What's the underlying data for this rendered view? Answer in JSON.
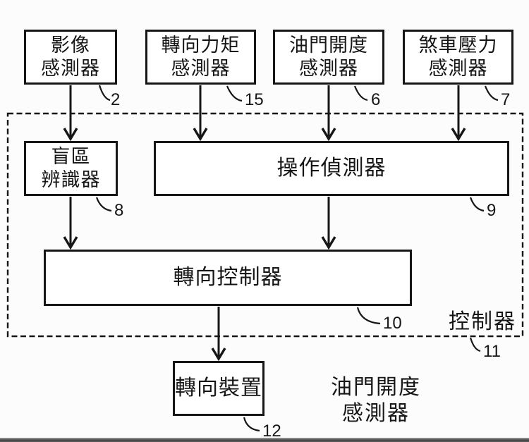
{
  "diagram": {
    "boxes": {
      "image_sensor": {
        "lines": [
          "影像",
          "感測器"
        ],
        "ref": "2"
      },
      "steering_torque_sensor": {
        "lines": [
          "轉向力矩",
          "感測器"
        ],
        "ref": "15"
      },
      "throttle_sensor": {
        "lines": [
          "油門開度",
          "感測器"
        ],
        "ref": "6"
      },
      "brake_sensor": {
        "lines": [
          "煞車壓力",
          "感測器"
        ],
        "ref": "7"
      },
      "blind_zone_identifier": {
        "lines": [
          "盲區",
          "辨識器"
        ],
        "ref": "8"
      },
      "operation_detector": {
        "label": "操作偵測器",
        "ref": "9"
      },
      "steering_controller": {
        "label": "轉向控制器",
        "ref": "10"
      },
      "steering_device": {
        "label": "轉向裝置",
        "ref": "12"
      }
    },
    "controller_region": {
      "label": "控制器",
      "ref": "11"
    },
    "caption": {
      "lines": [
        "油門開度",
        "感測器"
      ]
    },
    "colors": {
      "ink": "#161616",
      "background": "#fcfcfc"
    }
  }
}
